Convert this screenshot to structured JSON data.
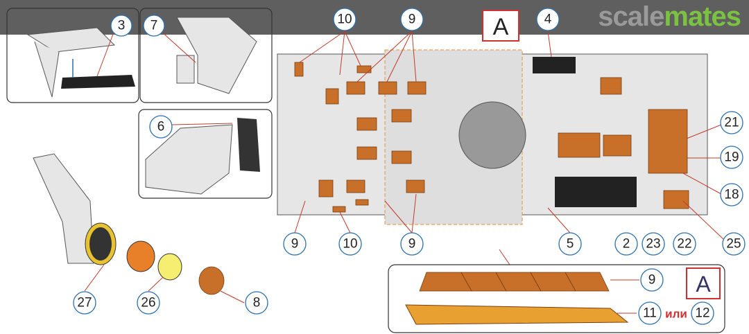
{
  "watermark": {
    "part1": "scale",
    "part2": "mates"
  },
  "section_label": "A",
  "callouts": {
    "c3": "3",
    "c7": "7",
    "c10_top": "10",
    "c9_top": "9",
    "c4": "4",
    "c6": "6",
    "c21": "21",
    "c19": "19",
    "c18": "18",
    "c25": "25",
    "c22": "22",
    "c23": "23",
    "c2": "2",
    "c5": "5",
    "c9_bl": "9",
    "c10_b": "10",
    "c9_b": "9",
    "c27": "27",
    "c26": "26",
    "c8": "8",
    "c9_inset": "9",
    "c11": "11",
    "c12": "12"
  },
  "inset": {
    "or_label": "или",
    "section_label": "A"
  },
  "colors": {
    "grille": "#c8702a",
    "callout_ring": "#2a6fb0",
    "leader": "#c0392b",
    "section_box": "#d03030"
  }
}
